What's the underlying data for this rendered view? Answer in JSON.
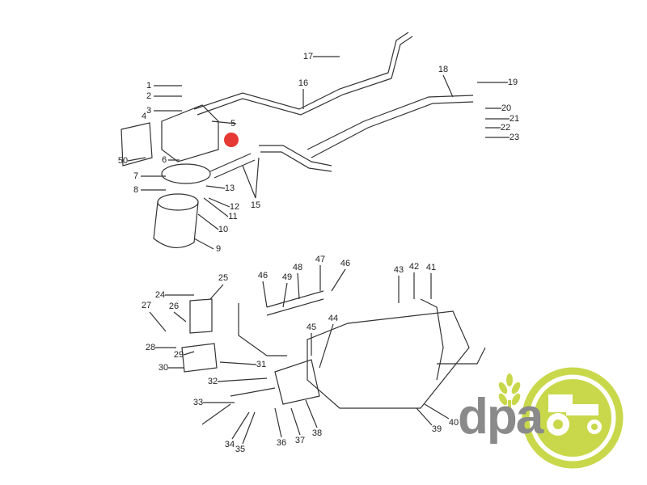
{
  "diagram": {
    "part_labels": [
      "1",
      "2",
      "3",
      "4",
      "5",
      "50",
      "6",
      "7",
      "8",
      "13",
      "12",
      "11",
      "10",
      "9",
      "15",
      "16",
      "17",
      "18",
      "19",
      "20",
      "21",
      "22",
      "23",
      "24",
      "25",
      "26",
      "27",
      "28",
      "29",
      "30",
      "31",
      "32",
      "33",
      "34",
      "35",
      "36",
      "37",
      "38",
      "39",
      "40",
      "41",
      "42",
      "43",
      "44",
      "45",
      "46",
      "49",
      "48",
      "47",
      "46"
    ],
    "highlight_color": "#e53935"
  },
  "logo": {
    "text": "dpa",
    "text_color": "#8a8a8a",
    "accent_color": "#c8d84a"
  }
}
